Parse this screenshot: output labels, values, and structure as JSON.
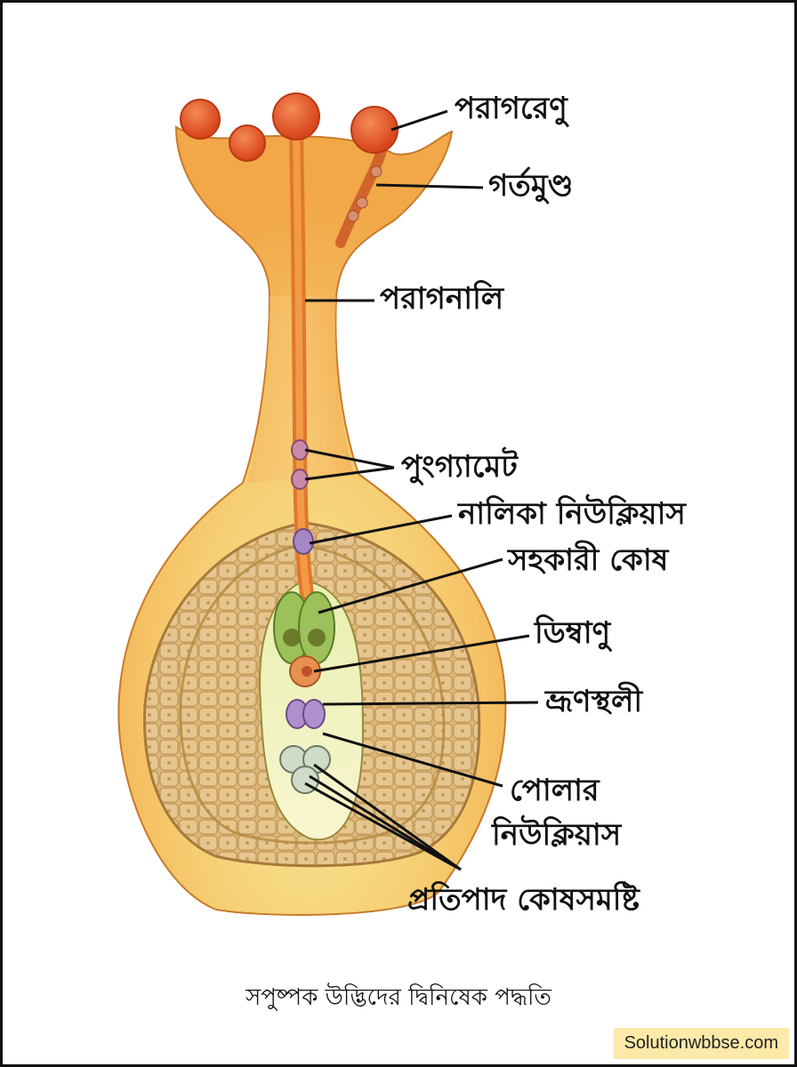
{
  "labels": {
    "pollen_grain": "পরাগরেণু",
    "stigma": "গর্তমুণ্ড",
    "pollen_tube": "পরাগনালি",
    "male_gametes": "পুংগ্যামেট",
    "tube_nucleus": "নালিকা নিউক্লিয়াস",
    "synergids": "সহকারী কোষ",
    "egg_cell": "ডিম্বাণু",
    "embryo_sac": "ভ্রূণস্থলী",
    "polar_nuclei_line1": "পোলার",
    "polar_nuclei_line2": "নিউক্লিয়াস",
    "antipodal_cells": "প্রতিপাদ কোষসমষ্টি"
  },
  "caption": "সপুষ্পক উদ্ভিদের দ্বিনিষেক পদ্ধতি",
  "watermark": "Solutionwbbse.com",
  "colors": {
    "pistil": "#f5a64a",
    "pollen": "#e85a2a",
    "nucellus": "#d9b070",
    "embryo_sac": "#f0f2b8",
    "synergid": "#8fb34a",
    "egg": "#e58a4a",
    "polar": "#a88ac2",
    "antipodal": "#c8d4c0"
  }
}
